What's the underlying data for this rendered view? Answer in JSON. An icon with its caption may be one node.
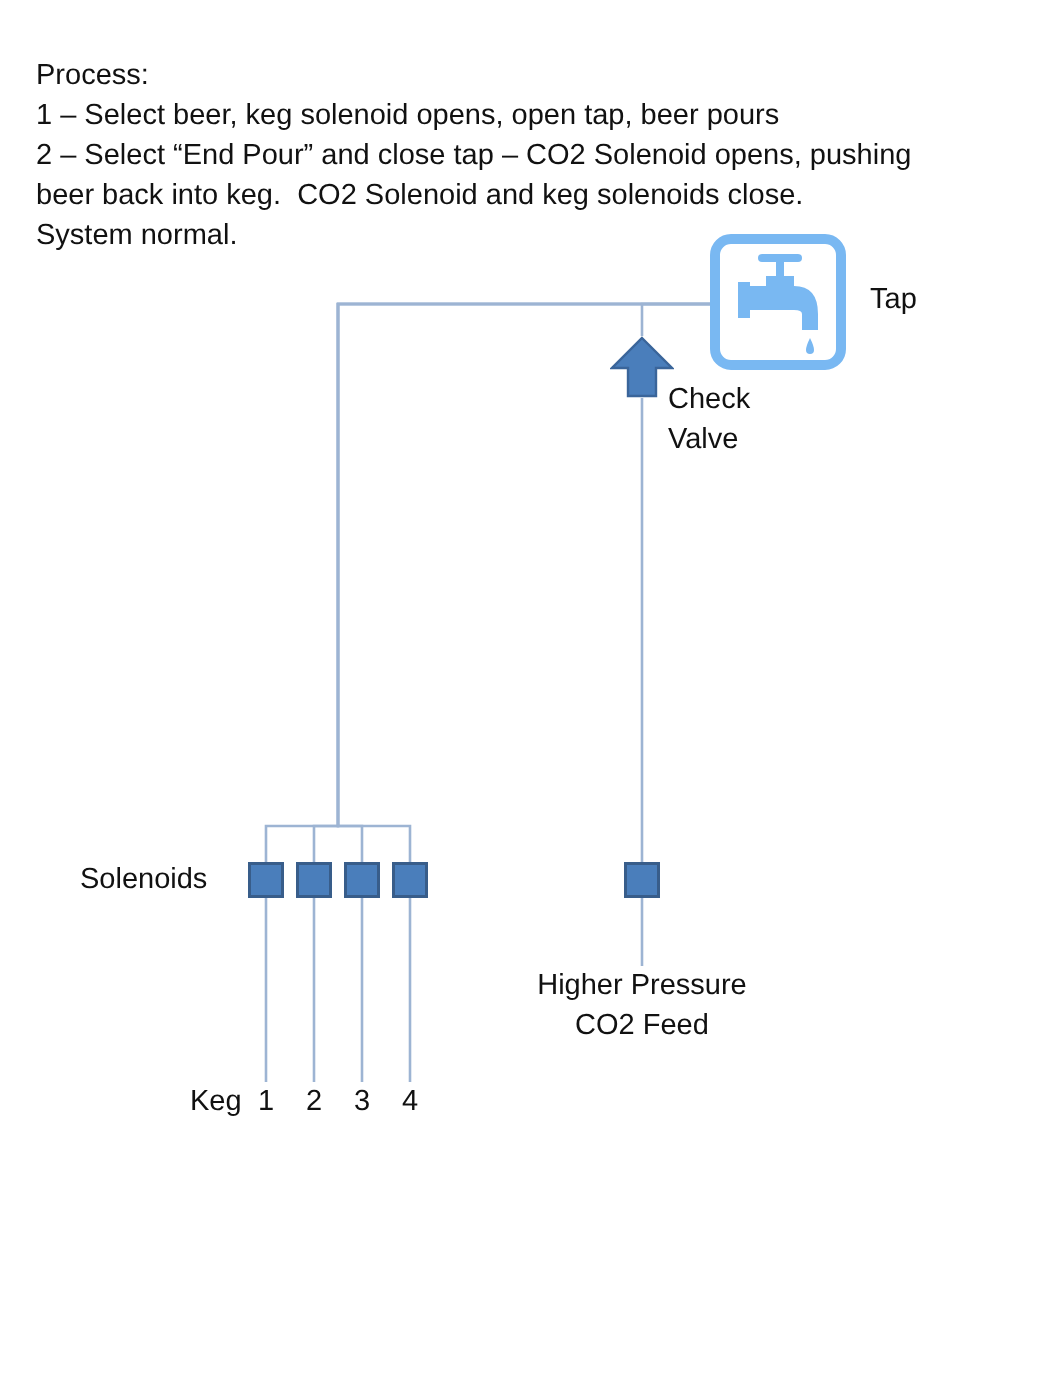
{
  "diagram": {
    "nodes": [
      {
        "text": [],
        "shape": "picture",
        "beside": [
          "Tap"
        ]
      },
      {
        "text": [],
        "shape": "arrow",
        "beside": [
          "Check Valve"
        ]
      },
      {
        "text": [],
        "shape": "box"
      },
      {
        "text": [],
        "shape": "box"
      },
      {
        "text": [],
        "shape": "box"
      },
      {
        "text": [],
        "shape": "box"
      },
      {
        "text": [],
        "shape": "box"
      },
      {
        "text": [
          "1"
        ]
      },
      {
        "text": [
          "2"
        ]
      },
      {
        "text": [
          "3"
        ]
      },
      {
        "text": [
          "4"
        ]
      },
      {
        "text": [
          "Higher Pressure CO2 Feed"
        ]
      }
    ],
    "edges": [
      {
        "from": 7,
        "to": 2,
        "arrow": "none"
      },
      {
        "from": 8,
        "to": 3,
        "arrow": "none"
      },
      {
        "from": 9,
        "to": 4,
        "arrow": "none"
      },
      {
        "from": 10,
        "to": 5,
        "arrow": "none"
      },
      {
        "from": 2,
        "to": 0,
        "arrow": "none"
      },
      {
        "from": 3,
        "to": 0,
        "arrow": "none"
      },
      {
        "from": 4,
        "to": 0,
        "arrow": "none"
      },
      {
        "from": 5,
        "to": 0,
        "arrow": "none"
      },
      {
        "from": 11,
        "to": 6,
        "arrow": "none"
      },
      {
        "from": 6,
        "to": 1,
        "arrow": "none"
      },
      {
        "from": 1,
        "to": 0,
        "arrow": "none"
      }
    ],
    "labels": [
      "Process:",
      "1 – Select beer, keg solenoid opens, open tap, beer pours",
      "2 – Select “End Pour” and close tap – CO2 Solenoid opens, pushing beer back into keg.  CO2 Solenoid and keg solenoids close.  System normal.",
      "Solenoids",
      "Keg"
    ]
  }
}
